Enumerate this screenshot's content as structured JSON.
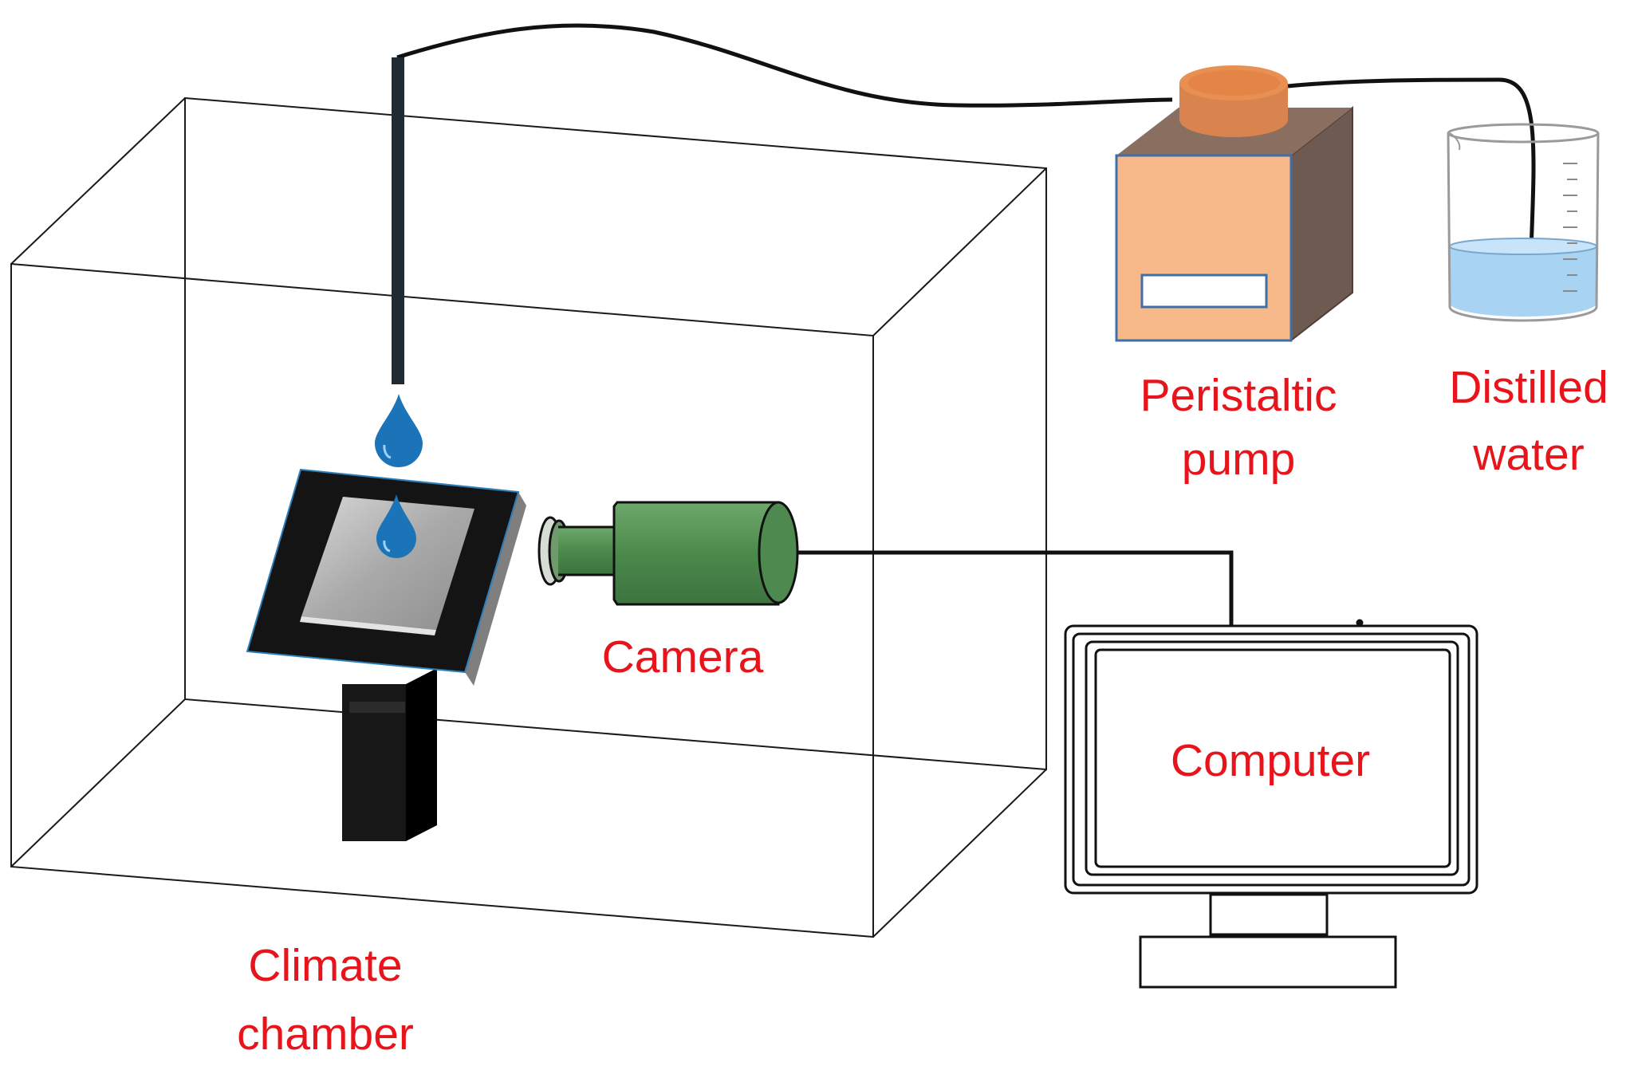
{
  "labels": {
    "climate_chamber_line1": "Climate",
    "climate_chamber_line2": "chamber",
    "camera": "Camera",
    "peristaltic_pump_line1": "Peristaltic",
    "peristaltic_pump_line2": "pump",
    "distilled_water_line1": "Distilled",
    "distilled_water_line2": "water",
    "computer": "Computer"
  },
  "colors": {
    "label_red": "#e8141b",
    "droplet_blue": "#1b73b8",
    "camera_green": "#4e8a4f",
    "pump_body": "#f7b98a",
    "pump_side": "#6e5a51",
    "pump_cap": "#d9834f",
    "water_blue": "#a9d3f3",
    "stage_black": "#141414"
  }
}
